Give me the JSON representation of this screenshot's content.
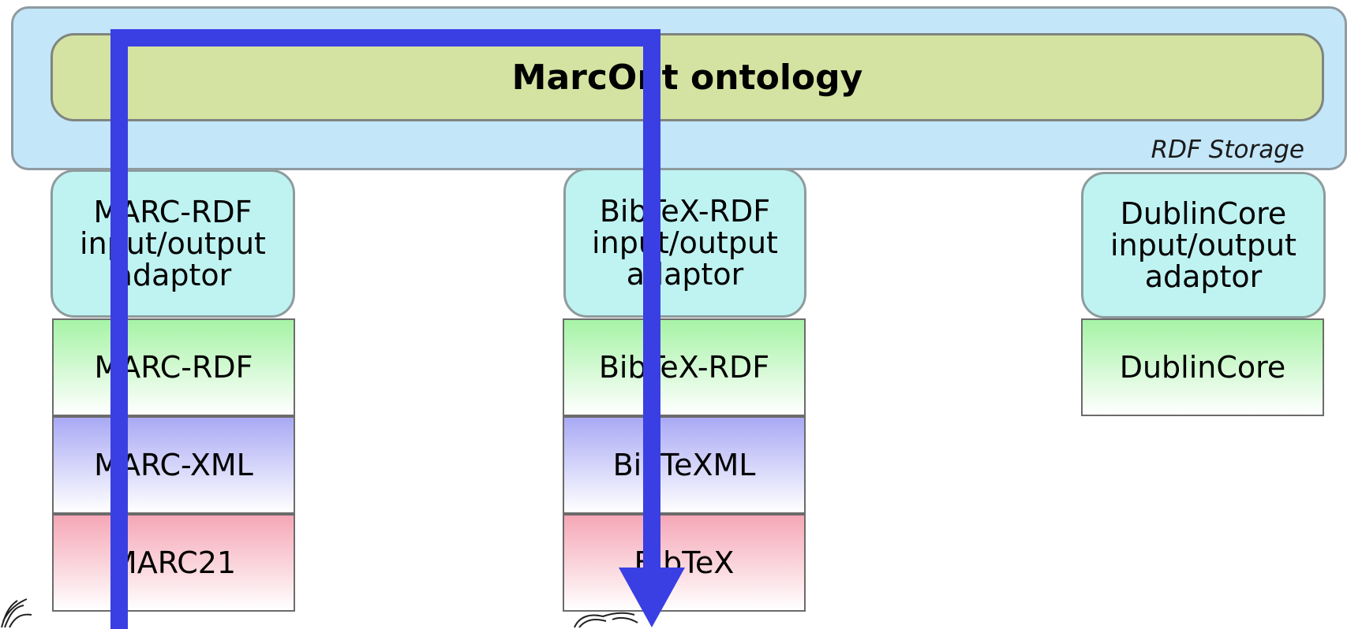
{
  "rdf_storage": {
    "label": "RDF Storage"
  },
  "ontology": {
    "title": "MarcOnt ontology"
  },
  "columns": [
    {
      "adaptor": "MARC-RDF\ninput/output\nadaptor",
      "layers": [
        "MARC-RDF",
        "MARC-XML",
        "MARC21"
      ]
    },
    {
      "adaptor": "BibTeX-RDF\ninput/output\nadaptor",
      "layers": [
        "BibTeX-RDF",
        "BibTeXML",
        "BibTeX"
      ]
    },
    {
      "adaptor": "DublinCore\ninput/output\nadaptor",
      "layers": [
        "DublinCore"
      ]
    }
  ],
  "colors": {
    "arrow": "#3a3fe3",
    "storage": "#c3e6f8",
    "ontology": "#d5e3a2",
    "adaptor": "#bff3f2",
    "layer_rdf": "#a6f3a6",
    "layer_xml": "#a9a9f5",
    "layer_native": "#f5a7b6"
  }
}
